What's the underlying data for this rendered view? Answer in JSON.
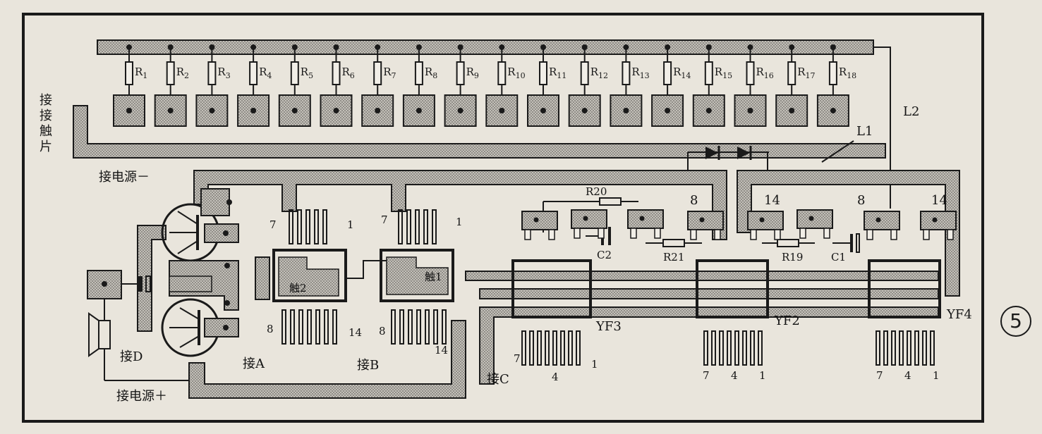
{
  "resistors": [
    "R1",
    "R2",
    "R3",
    "R4",
    "R5",
    "R6",
    "R7",
    "R8",
    "R9",
    "R10",
    "R11",
    "R12",
    "R13",
    "R14",
    "R15",
    "R16",
    "R17",
    "R18"
  ],
  "labels": {
    "side_contact": [
      "接",
      "接",
      "触",
      "片"
    ],
    "power_neg": "接电源－",
    "power_pos": "接电源＋",
    "conn_a": "接A",
    "conn_b": "接B",
    "conn_c": "接C",
    "conn_d": "接D",
    "chip1": "触1",
    "chip2": "触2",
    "r19": "R19",
    "r20": "R20",
    "r21": "R21",
    "c1": "C1",
    "c2": "C2",
    "l1": "L1",
    "l2": "L2",
    "yf2": "YF2",
    "yf3": "YF3",
    "yf4": "YF4",
    "figure_number": "5"
  },
  "pin_numbers": {
    "ic1_top_left": "7",
    "ic1_top_right": "1",
    "ic1_bottom_left": "8",
    "ic1_bottom_right": "14",
    "ic2_top_left": "7",
    "ic2_top_right": "1",
    "ic2_bottom_left": "8",
    "ic2_bottom_right": "14",
    "yf3_l": "7",
    "yf3_m": "4",
    "yf3_r": "1",
    "yf2_l": "7",
    "yf2_m": "4",
    "yf2_r": "1",
    "yf4_l": "7",
    "yf4_m": "4",
    "yf4_r": "1",
    "mid_8a": "8",
    "mid_14": "14",
    "mid_8b": "8",
    "mid_14b": "14"
  },
  "colors": {
    "trace": "#a9a6a0",
    "ink": "#1a1a1a",
    "paper": "#e9e5dc"
  }
}
